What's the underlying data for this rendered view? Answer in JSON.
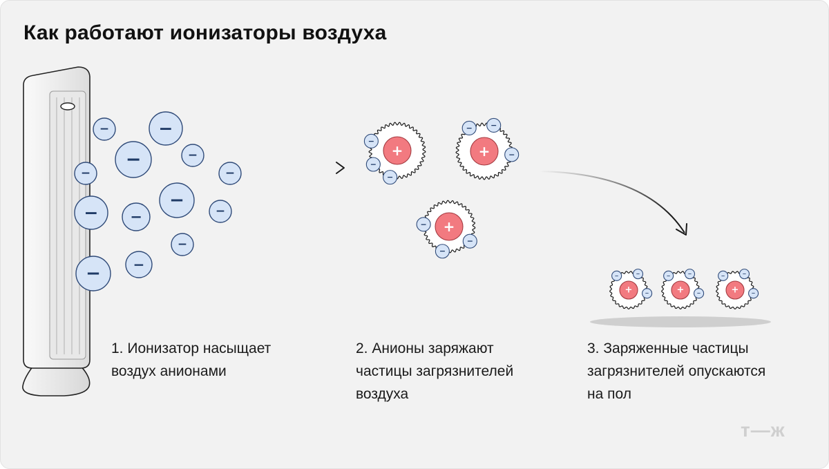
{
  "title": "Как работают ионизаторы воздуха",
  "steps": [
    "1. Ионизатор насыщает\nвоздух анионами",
    "2. Анионы заряжают\nчастицы загрязнителей\nвоздуха",
    "3. Заряженные частицы\nзагрязнителей опускаются\nна пол"
  ],
  "symbols": {
    "anion": "−",
    "cation": "+"
  },
  "logo": "т—ж",
  "colors": {
    "anion_fill": "#d6e4f7",
    "anion_stroke": "#2f4a78",
    "cation_fill": "#f27a80",
    "cation_stroke": "#a33a40",
    "ink": "#1a1a1a",
    "background": "#f2f2f2"
  },
  "icons": [
    "air-ionizer-tower-icon",
    "anion-icon",
    "charged-particle-icon",
    "arrow-icon",
    "floor-shadow-icon"
  ]
}
